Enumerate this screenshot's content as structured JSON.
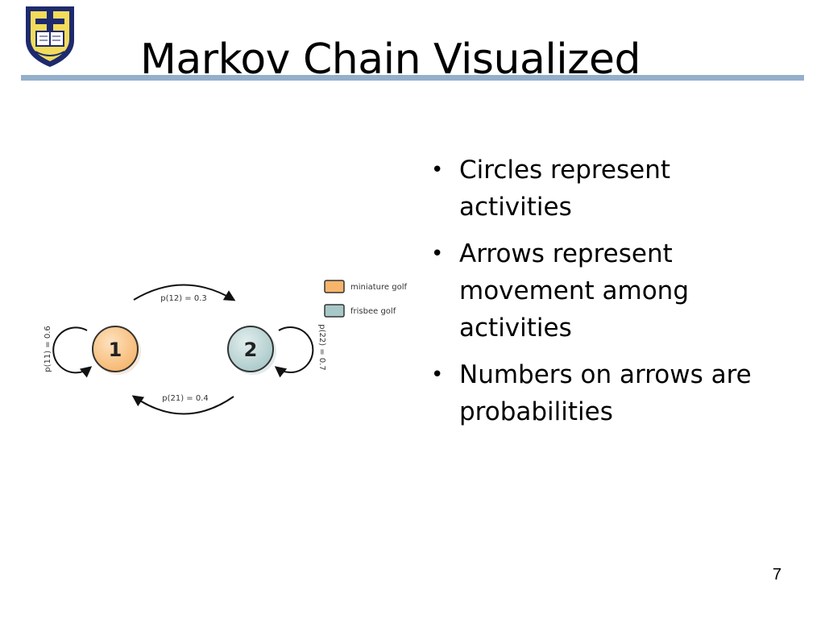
{
  "slide": {
    "title": "Markov Chain Visualized",
    "page_number": "7",
    "bullets": [
      "Circles represent activities",
      "Arrows represent movement among activities",
      "Numbers on arrows are probabilities"
    ],
    "bullet_symbol": "•"
  },
  "diagram": {
    "nodes": [
      {
        "label": "1",
        "activity": "miniature golf",
        "color": "#f6b56b"
      },
      {
        "label": "2",
        "activity": "frisbee golf",
        "color": "#a8c8c8"
      }
    ],
    "edges": [
      {
        "label": "p(12) = 0.3",
        "from": "1",
        "to": "2"
      },
      {
        "label": "p(21) = 0.4",
        "from": "2",
        "to": "1"
      },
      {
        "label": "p(11) = 0.6",
        "from": "1",
        "to": "1"
      },
      {
        "label": "p(22) = 0.7",
        "from": "2",
        "to": "2"
      }
    ],
    "legend": [
      {
        "label": "miniature golf",
        "color": "#f6b56b"
      },
      {
        "label": "frisbee golf",
        "color": "#a8c8c8"
      }
    ]
  },
  "colors": {
    "title_rule": "#94afcb",
    "logo_navy": "#1e2a6e",
    "logo_gold": "#f3dc5a"
  }
}
